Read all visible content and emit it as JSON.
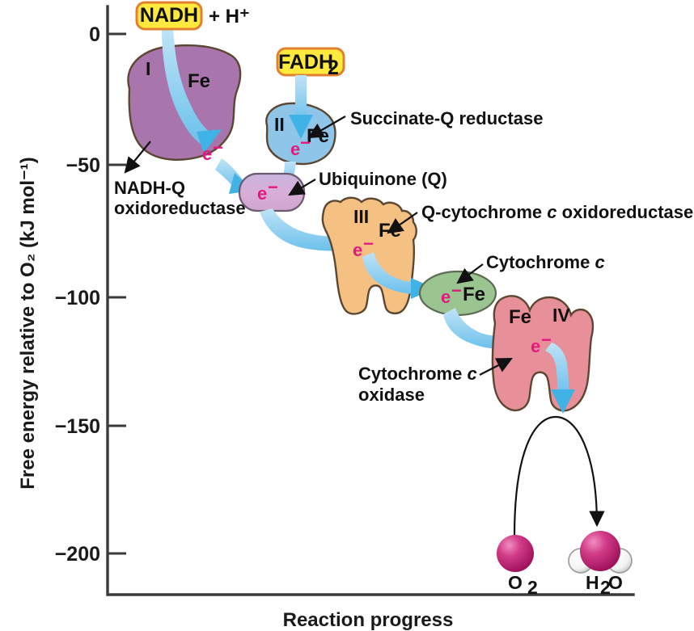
{
  "figure": {
    "title": "Electron transport chain free energy diagram",
    "background": "#ffffff"
  },
  "axes": {
    "y_title": "Free energy relative to O₂ (kJ mol⁻¹)",
    "x_title": "Reaction progress",
    "y_ticks": [
      "0",
      "−50",
      "−100",
      "−150",
      "−200"
    ],
    "y_tick_values": [
      0,
      -50,
      -100,
      -150,
      -200
    ],
    "y_axis_color": "#3a3a3a"
  },
  "chart_data": {
    "type": "line",
    "title": "Free energy of electron transfer through the respiratory chain",
    "xlabel": "Reaction progress",
    "ylabel": "Free energy relative to O₂ (kJ mol⁻¹)",
    "ylim": [
      -210,
      5
    ],
    "grid": false,
    "legend": "none",
    "categories": [
      "NADH",
      "Complex I (NADH-Q oxidoreductase)",
      "FADH₂",
      "Complex II (Succinate-Q reductase)",
      "Ubiquinone (Q)",
      "Complex III (Q-cytochrome c oxidoreductase)",
      "Cytochrome c",
      "Complex IV (Cytochrome c oxidase)",
      "O₂ / H₂O"
    ],
    "values": [
      0,
      -20,
      -10,
      -38,
      -55,
      -80,
      -100,
      -118,
      -200
    ],
    "annotations": [
      {
        "label": "NADH",
        "y": 0
      },
      {
        "label": "FADH₂",
        "y": -10
      },
      {
        "label": "Ubiquinone (Q)",
        "y": -55
      },
      {
        "label": "Cytochrome c",
        "y": -100
      },
      {
        "label": "O₂",
        "y": -200
      },
      {
        "label": "H₂O",
        "y": -200
      }
    ]
  },
  "donors": {
    "nadh": {
      "label": "NADH",
      "suffix": "+ H⁺",
      "fill": "#ffe93d",
      "stroke": "#e08030"
    },
    "fadh2": {
      "label": "FADH",
      "sub": "2",
      "fill": "#ffe93d",
      "stroke": "#e08030"
    }
  },
  "complexes": [
    {
      "roman": "I",
      "name": "complex-1",
      "fill": "#a875ac",
      "fe": "Fe",
      "callout": "NADH-Q oxidoreductase",
      "callout_line1": "NADH-Q",
      "callout_line2": "oxidoreductase"
    },
    {
      "roman": "II",
      "name": "complex-2",
      "fill": "#8fc5e8",
      "fe": "Fe",
      "callout": "Succinate-Q reductase"
    },
    {
      "roman": "III",
      "name": "complex-3",
      "fill": "#f5c183",
      "fe": "Fe",
      "callout": "Q-cytochrome c oxidoreductase",
      "callout_pre": "Q-cytochrome ",
      "callout_ital": "c",
      "callout_post": " oxidoreductase"
    },
    {
      "roman": "IV",
      "name": "complex-4",
      "fill": "#e8909a",
      "fe": "Fe",
      "callout": "Cytochrome c oxidase",
      "callout_pre": "Cytochrome ",
      "callout_ital": "c",
      "callout_line2": "oxidase"
    }
  ],
  "carriers": [
    {
      "name": "ubiquinone",
      "label": "Ubiquinone (Q)",
      "fill": "#d9aed6",
      "fill2": "#bcd2ee"
    },
    {
      "name": "cytochrome-c",
      "label": "Cytochrome c",
      "label_pre": "Cytochrome ",
      "label_ital": "c",
      "fill": "#9ac490",
      "fe": "Fe"
    }
  ],
  "electron": {
    "glyph": "e",
    "charge": "−",
    "color": "#e2197f"
  },
  "molecules": [
    {
      "name": "oxygen",
      "label": "O",
      "sub": "2",
      "fill": "#cc2a7b"
    },
    {
      "name": "water",
      "label": "H",
      "sub": "2",
      "label2": "O",
      "fill": "#cc2a7b",
      "h_fill": "#ffffff"
    }
  ],
  "arrow_color": "#56b9e9",
  "arrow_color_light": "#a8d8f0"
}
